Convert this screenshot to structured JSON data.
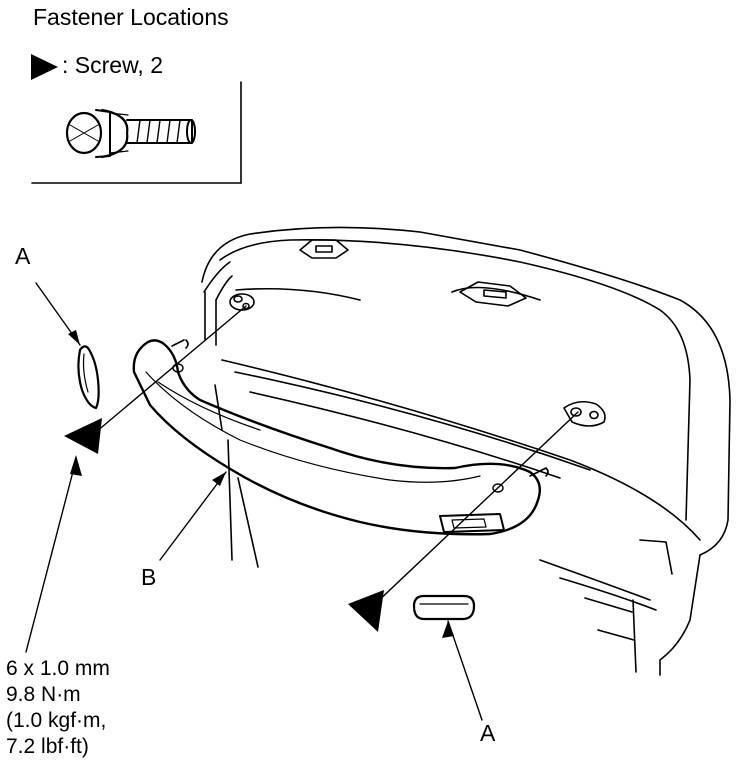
{
  "header": {
    "title": "Fastener Locations",
    "legend_text": ": Screw, 2"
  },
  "callouts": {
    "a_upper": "A",
    "a_lower": "A",
    "b": "B"
  },
  "spec": {
    "text": "6 x 1.0 mm\n9.8 N·m\n(1.0 kgf·m,\n7.2 lbf·ft)"
  },
  "icons": [
    "screw-marker-icon",
    "screw-icon"
  ],
  "colors": {
    "line": "#000000",
    "background": "#ffffff"
  }
}
